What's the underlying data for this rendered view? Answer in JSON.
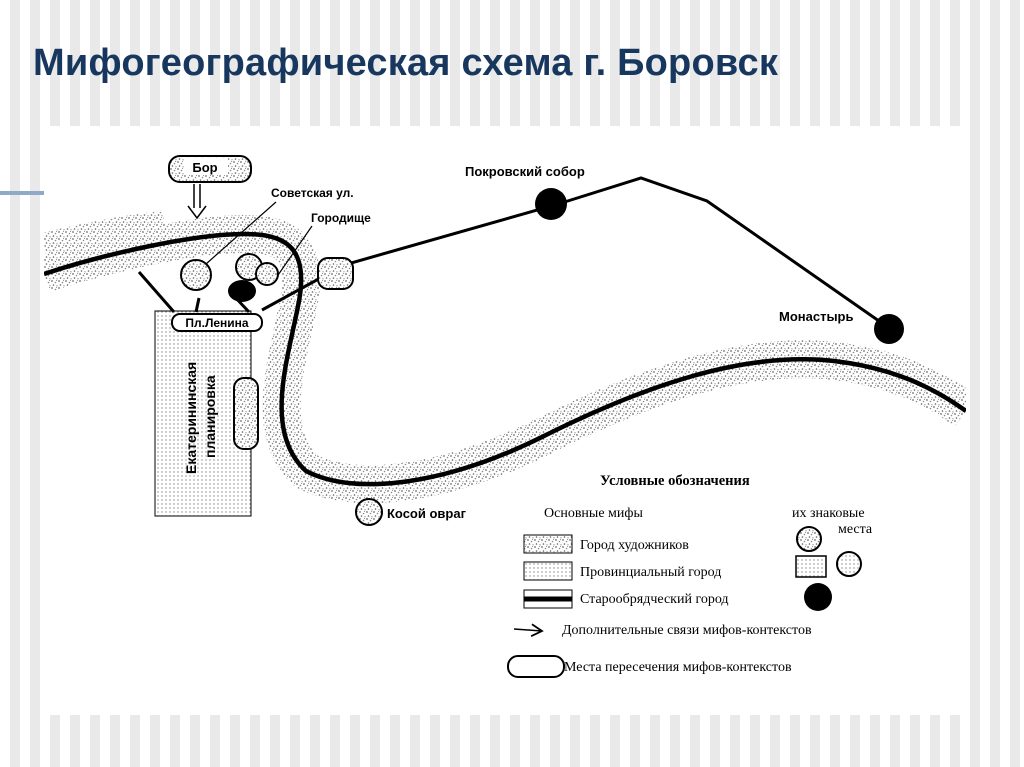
{
  "slide": {
    "title": "Мифогеографическая схема г. Боровск"
  },
  "map": {
    "labels": {
      "bor": "Бор",
      "sovetskaya": "Советская ул.",
      "gorodishche": "Городище",
      "pokrovsky": "Покровский собор",
      "monastyr": "Монастырь",
      "pl_lenina": "Пл.Ленина",
      "ekaterininskaya_1": "Екатерининская",
      "ekaterininskaya_2": "планировка",
      "kosoy_ovrag": "Косой овраг"
    }
  },
  "legend": {
    "title": "Условные обозначения",
    "col_myths": "Основные мифы",
    "col_places_1": "их знаковые",
    "col_places_2": "места",
    "item_artists": "Город художников",
    "item_provincial": "Провинциальный город",
    "item_oldbeliever": "Старообрядческий город",
    "item_links": "Дополнительные связи мифов-контекстов",
    "item_intersections": "Места пересечения мифов-контекстов"
  },
  "colors": {
    "title": "#17375e",
    "accent_bar": "#8faac6",
    "ink": "#000000",
    "speckle": "#7a7a7a"
  }
}
